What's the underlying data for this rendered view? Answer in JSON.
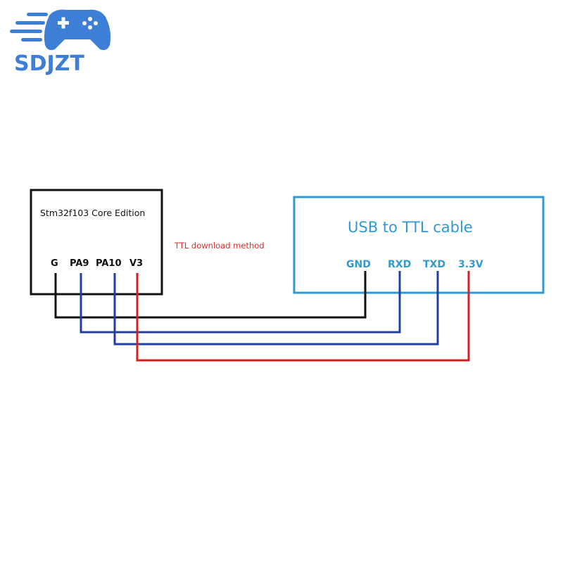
{
  "logo": {
    "text": "SDJZT",
    "icon": "gamepad-icon",
    "color": "#3d7fd6"
  },
  "diagram": {
    "left_module": {
      "title": "Stm32f103 Core Edition",
      "pins": [
        "G",
        "PA9",
        "PA10",
        "V3"
      ]
    },
    "caption": "TTL download method",
    "right_module": {
      "title": "USB to TTL cable",
      "pins": [
        "GND",
        "RXD",
        "TXD",
        "3.3V"
      ]
    },
    "colors": {
      "box_left": "#111111",
      "box_right": "#2f9ad2",
      "wire_ground": "#111111",
      "wire_data": "#1f3f9a",
      "wire_power": "#d42020",
      "caption": "#e02a2a"
    }
  }
}
